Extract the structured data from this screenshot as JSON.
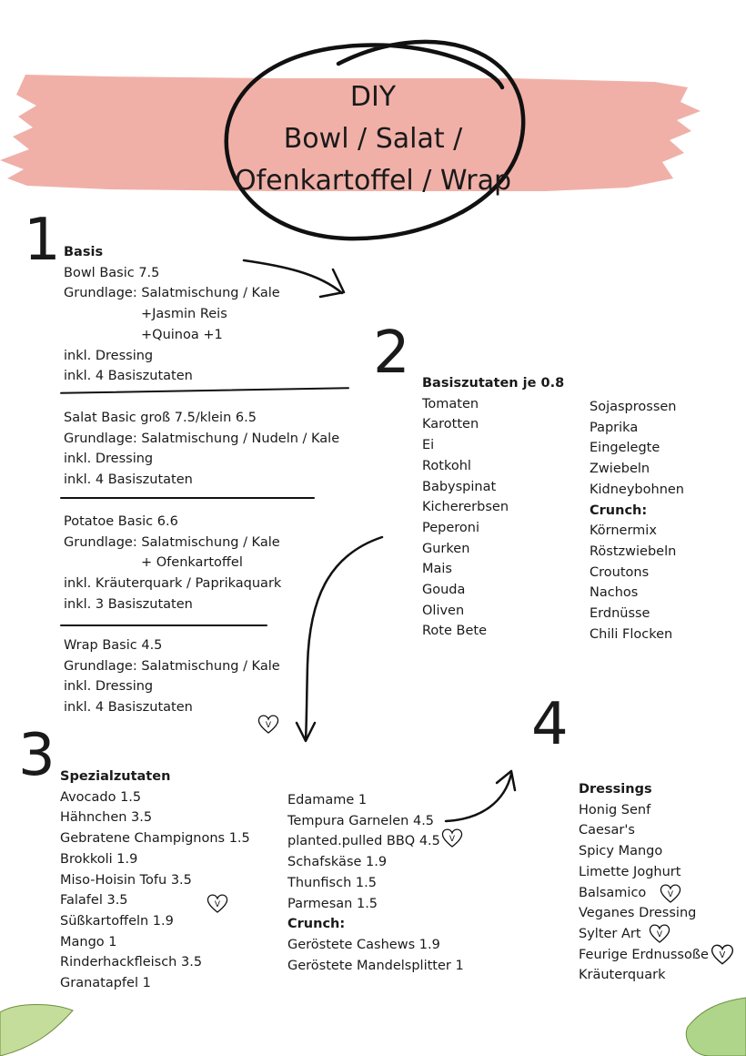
{
  "title": {
    "line1": "DIY",
    "line2": "Bowl / Salat /",
    "line3": "Ofenkartoffel / Wrap"
  },
  "colors": {
    "brush": "#f0b0a8",
    "ink": "#111111",
    "leaf": "#b9d88e"
  },
  "steps": {
    "one": "1",
    "two": "2",
    "three": "3",
    "four": "4"
  },
  "basis": {
    "heading": "Basis",
    "bowl": [
      "Bowl Basic 7.5",
      "Grundlage: Salatmischung / Kale",
      "+Jasmin Reis",
      "+Quinoa +1",
      "inkl. Dressing",
      "inkl. 4 Basiszutaten"
    ],
    "salat": [
      "Salat Basic groß 7.5/klein 6.5",
      "Grundlage: Salatmischung / Nudeln / Kale",
      "inkl. Dressing",
      "inkl. 4 Basiszutaten"
    ],
    "potatoe": [
      "Potatoe Basic 6.6",
      "Grundlage: Salatmischung / Kale",
      "+ Ofenkartoffel",
      "inkl. Kräuterquark / Paprikaquark",
      "inkl. 3 Basiszutaten"
    ],
    "wrap": [
      "Wrap Basic 4.5",
      "Grundlage: Salatmischung / Kale",
      "inkl. Dressing",
      "inkl. 4 Basiszutaten"
    ]
  },
  "basiszutaten": {
    "heading": "Basiszutaten je 0.8",
    "col1": [
      "Tomaten",
      "Karotten",
      "Ei",
      "Rotkohl",
      "Babyspinat",
      "Kichererbsen",
      "Peperoni",
      "Gurken",
      "Mais",
      "Gouda",
      "Oliven",
      "Rote Bete"
    ],
    "col2": [
      "Sojasprossen",
      "Paprika",
      "Eingelegte",
      "Zwiebeln",
      "Kidneybohnen"
    ],
    "crunch_heading": "Crunch:",
    "crunch": [
      "Körnermix",
      "Röstzwiebeln",
      "Croutons",
      "Nachos",
      "Erdnüsse",
      "Chili Flocken"
    ]
  },
  "spezial": {
    "heading": "Spezialzutaten",
    "col1": [
      "Avocado 1.5",
      "Hähnchen 3.5",
      "Gebratene Champignons 1.5",
      "Brokkoli 1.9",
      "Miso-Hoisin Tofu 3.5",
      "Falafel 3.5",
      "Süßkartoffeln 1.9",
      "Mango 1",
      "Rinderhackfleisch 3.5",
      "Granatapfel 1"
    ],
    "col2": [
      "Edamame 1",
      "Tempura Garnelen 4.5",
      "planted.pulled BBQ 4.5",
      "Schafskäse 1.9",
      "Thunfisch 1.5",
      "Parmesan 1.5"
    ],
    "crunch_heading": "Crunch:",
    "crunch": [
      "Geröstete Cashews 1.9",
      "Geröstete Mandelsplitter 1"
    ]
  },
  "dressings": {
    "heading": "Dressings",
    "items": [
      "Honig Senf",
      "Caesar's",
      "Spicy Mango",
      "Limette Joghurt",
      "Balsamico",
      "Veganes Dressing",
      " Sylter Art",
      "Feurige Erdnussoße",
      "Kräuterquark"
    ]
  },
  "vegan_mark": "V"
}
